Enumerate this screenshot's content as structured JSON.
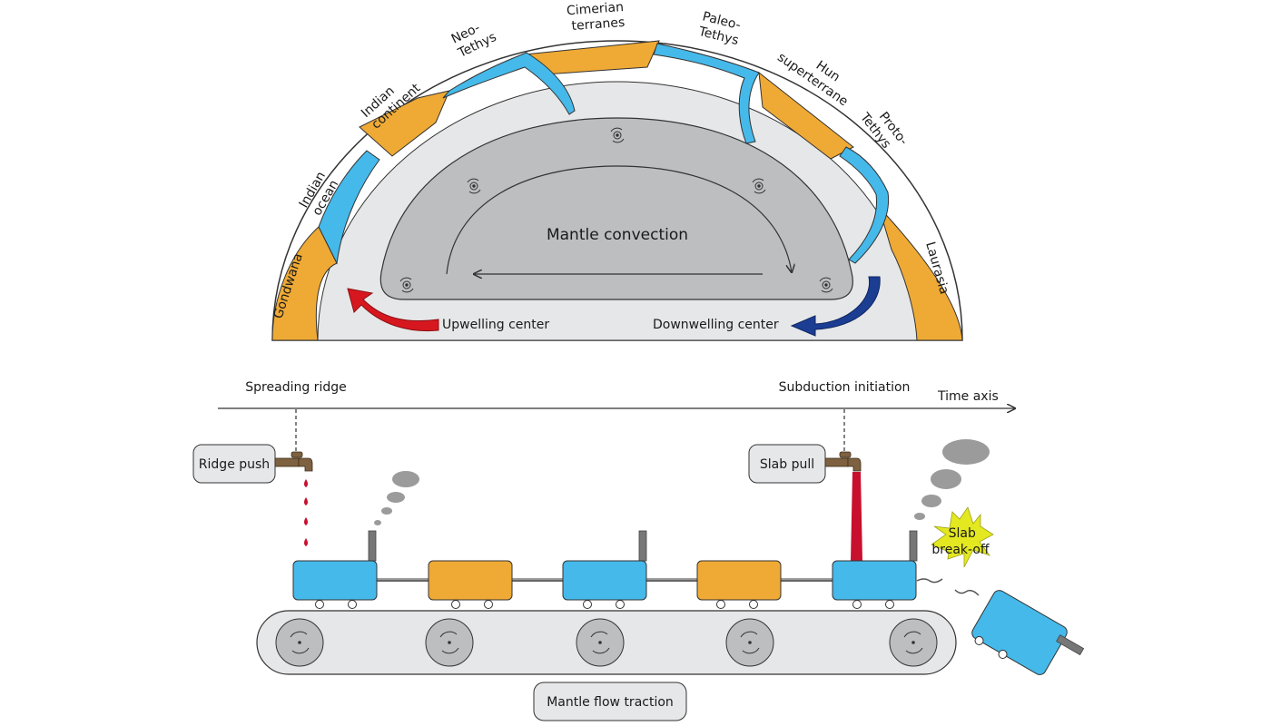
{
  "top": {
    "plates": {
      "gondwana": "Gondwana",
      "indian_ocean_1": "Indian",
      "indian_ocean_2": "ocean",
      "indian_continent_1": "Indian",
      "indian_continent_2": "continent",
      "neo_tethys_1": "Neo-",
      "neo_tethys_2": "Tethys",
      "cimerian_1": "Cimerian",
      "cimerian_2": "terranes",
      "paleo_tethys_1": "Paleo-",
      "paleo_tethys_2": "Tethys",
      "hun_1": "Hun",
      "hun_2": "superterrane",
      "proto_tethys_1": "Proto-",
      "proto_tethys_2": "Tethys",
      "laurasia": "Laurasia"
    },
    "mantle_convection": "Mantle convection",
    "upwelling_center": "Upwelling center",
    "downwelling_center": "Downwelling center"
  },
  "bottom": {
    "spreading_ridge": "Spreading ridge",
    "subduction_initiation": "Subduction initiation",
    "time_axis": "Time axis",
    "ridge_push": "Ridge push",
    "slab_pull": "Slab pull",
    "slab_breakoff_1": "Slab",
    "slab_breakoff_2": "break-off",
    "mantle_flow_traction": "Mantle flow traction"
  },
  "colors": {
    "continent": "#EFAA35",
    "ocean": "#45B9EA",
    "mantle": "#BDBEC0",
    "background_shell": "#E6E7E8",
    "upwelling": "#D7171F",
    "downwelling": "#1B3E93",
    "star": "#E3E820"
  }
}
